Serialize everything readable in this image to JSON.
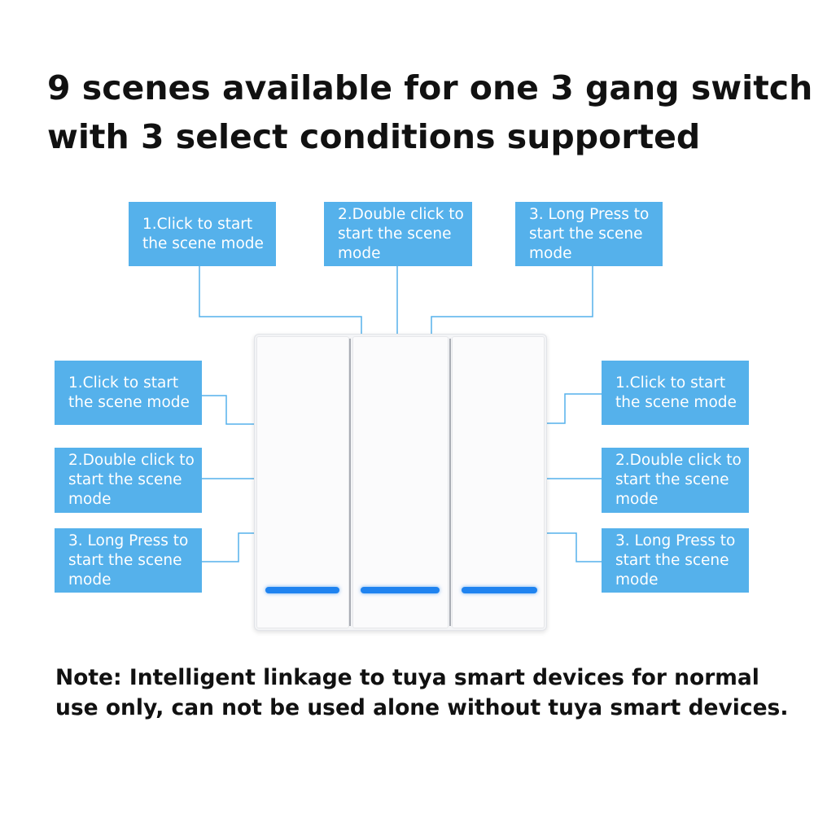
{
  "heading": {
    "line1": "9 scenes available for one 3 gang switch",
    "line2": "with 3 select conditions supported"
  },
  "callouts": {
    "top_left": "1.Click to start\nthe scene mode",
    "top_center": "2.Double click to\nstart the scene\nmode",
    "top_right": "3. Long Press to\nstart the scene\nmode",
    "left_1": "1.Click to start\nthe scene mode",
    "left_2": "2.Double click to\nstart the scene\nmode",
    "left_3": "3. Long Press to\nstart the scene\nmode",
    "right_1": "1.Click to start\nthe scene mode",
    "right_2": "2.Double click to\nstart the scene\nmode",
    "right_3": "3. Long Press to\nstart the scene\nmode"
  },
  "note": {
    "line1": "Note:  Intelligent linkage to tuya smart devices for normal",
    "line2": "use only, can not be used alone without tuya smart devices."
  },
  "colors": {
    "callout_bg": "#55b1eb",
    "led": "#1f83f0",
    "connector": "#55b1eb"
  }
}
